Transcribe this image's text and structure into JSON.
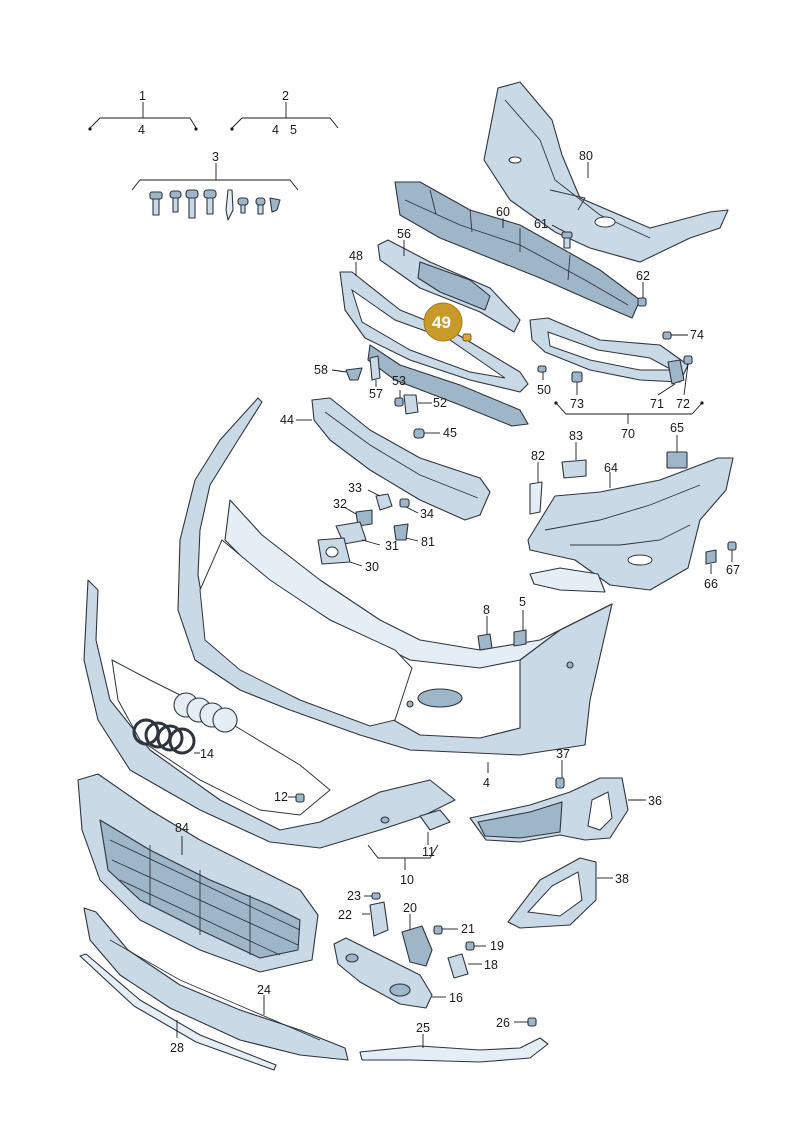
{
  "diagram": {
    "highlighted_part": "49",
    "labels": {
      "p1": "1",
      "p2": "2",
      "p3": "3",
      "p4a": "4",
      "p4b": "4",
      "p4c": "4",
      "p5a": "5",
      "p80": "80",
      "p60": "60",
      "p61": "61",
      "p56": "56",
      "p48": "48",
      "p62": "62",
      "p74": "74",
      "p58": "58",
      "p57": "57",
      "p53": "53",
      "p52": "52",
      "p50": "50",
      "p73": "73",
      "p71": "71",
      "p72": "72",
      "p70": "70",
      "p44": "44",
      "p45": "45",
      "p83": "83",
      "p65": "65",
      "p82": "82",
      "p64": "64",
      "p33": "33",
      "p32": "32",
      "p34": "34",
      "p31": "31",
      "p81": "81",
      "p30": "30",
      "p66": "66",
      "p67": "67",
      "p8": "8",
      "p5b": "5",
      "p14": "14",
      "p37": "37",
      "p36": "36",
      "p12": "12",
      "p84": "84",
      "p11": "11",
      "p10": "10",
      "p38": "38",
      "p23": "23",
      "p22": "22",
      "p20": "20",
      "p21": "21",
      "p19": "19",
      "p18": "18",
      "p16": "16",
      "p24": "24",
      "p26": "26",
      "p25": "25",
      "p28": "28"
    }
  }
}
